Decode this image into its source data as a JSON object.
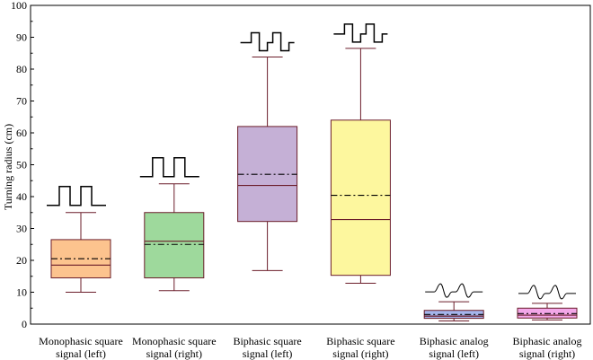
{
  "chart_data": {
    "type": "box",
    "ylabel": "Turning radius (cm)",
    "xlabel": "",
    "title": "",
    "ylim": [
      0,
      100
    ],
    "yticks": [
      0,
      10,
      20,
      30,
      40,
      50,
      60,
      70,
      80,
      90,
      100
    ],
    "grid": false,
    "legend": "none",
    "line_styles": {
      "median": "solid",
      "mean": "dash-dot",
      "whisker_color": "#6b1d2a"
    },
    "categories": [
      {
        "label_line1": "Monophasic square",
        "label_line2": "signal (left)",
        "fill": "#fcc38e",
        "whisker_low": 10.0,
        "q1": 14.5,
        "median": 18.5,
        "mean": 20.5,
        "q3": 26.5,
        "whisker_high": 35.0,
        "waveform_icon": "monophasic-square-wave-icon"
      },
      {
        "label_line1": "Monophasic square",
        "label_line2": "signal (right)",
        "fill": "#9ed99c",
        "whisker_low": 10.5,
        "q1": 14.5,
        "median": 26.0,
        "mean": 25.0,
        "q3": 35.0,
        "whisker_high": 44.0,
        "waveform_icon": "monophasic-square-wave-icon"
      },
      {
        "label_line1": "Biphasic square",
        "label_line2": "signal (left)",
        "fill": "#c5b0d6",
        "whisker_low": 16.8,
        "q1": 32.2,
        "median": 43.5,
        "mean": 47.0,
        "q3": 62.0,
        "whisker_high": 83.8,
        "waveform_icon": "biphasic-square-wave-icon"
      },
      {
        "label_line1": "Biphasic square",
        "label_line2": "signal (right)",
        "fill": "#fdf79e",
        "whisker_low": 12.8,
        "q1": 15.3,
        "median": 32.8,
        "mean": 40.4,
        "q3": 64.0,
        "whisker_high": 86.5,
        "waveform_icon": "biphasic-square-wave-icon"
      },
      {
        "label_line1": "Biphasic analog",
        "label_line2": "signal (left)",
        "fill": "#a5b5ec",
        "whisker_low": 1.0,
        "q1": 1.8,
        "median": 2.5,
        "mean": 3.0,
        "q3": 4.3,
        "whisker_high": 7.0,
        "waveform_icon": "biphasic-analog-wave-icon"
      },
      {
        "label_line1": "Biphasic analog",
        "label_line2": "signal (right)",
        "fill": "#f3a7e8",
        "whisker_low": 1.3,
        "q1": 1.9,
        "median": 2.8,
        "mean": 3.3,
        "q3": 5.0,
        "whisker_high": 6.5,
        "waveform_icon": "biphasic-analog-wave-icon"
      }
    ]
  }
}
